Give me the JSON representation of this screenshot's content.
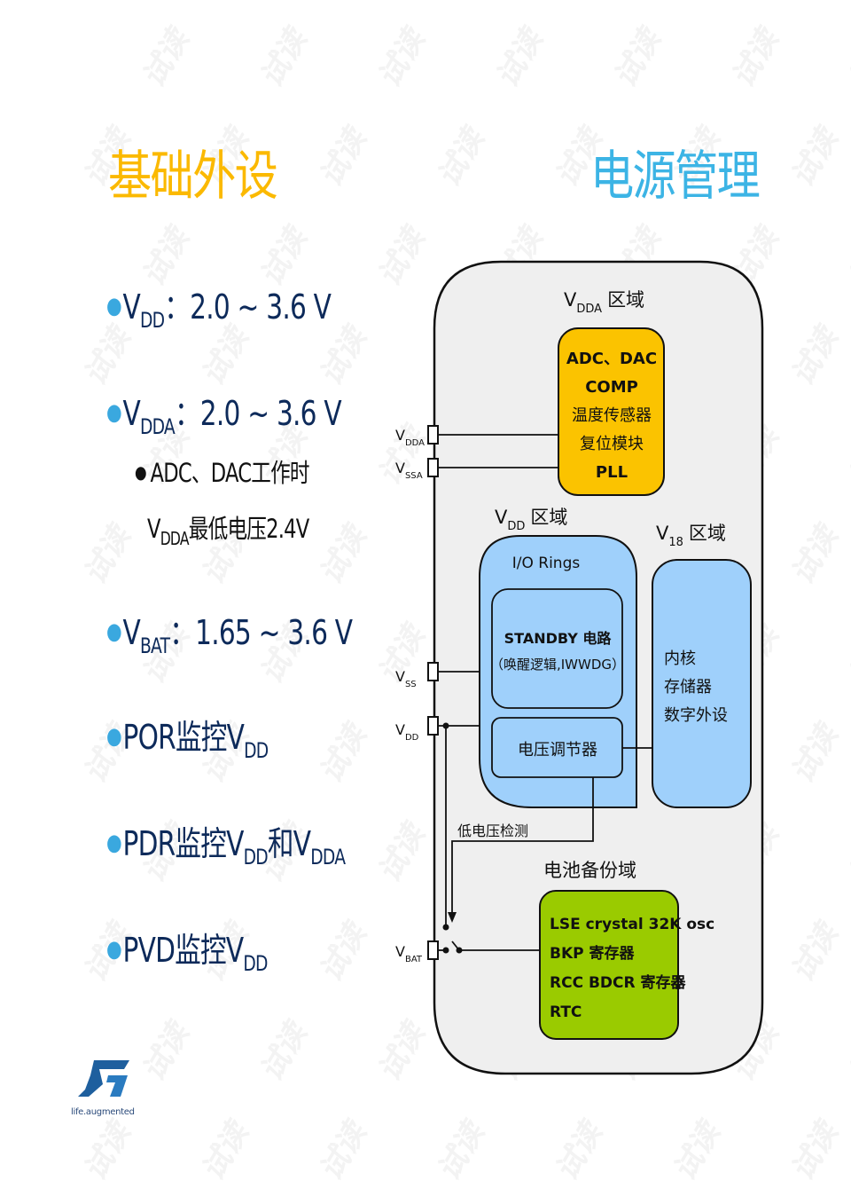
{
  "titles": {
    "left": "基础外设",
    "right": "电源管理"
  },
  "bullets": [
    {
      "prefix": "V",
      "sub": "DD",
      "text": "：2.0 ~ 3.6 V",
      "after_sub": ""
    },
    {
      "prefix": "V",
      "sub": "DDA",
      "text": "：2.0 ~ 3.6 V",
      "after_sub": ""
    },
    {
      "prefix": "V",
      "sub": "BAT",
      "text": "：1.65 ~ 3.6 V",
      "after_sub": ""
    },
    {
      "prefix": "POR监控V",
      "sub": "DD",
      "text": "",
      "after_sub": ""
    },
    {
      "prefix": "PDR监控V",
      "sub": "DD",
      "text": "和V",
      "after_sub": "DDA"
    },
    {
      "prefix": "PVD监控V",
      "sub": "DD",
      "text": "",
      "after_sub": ""
    }
  ],
  "sub_bullet": {
    "line1": "ADC、DAC工作时",
    "line2_prefix": "V",
    "line2_sub": "DDA",
    "line2_text": "最低电压2.4V"
  },
  "diagram": {
    "vdda_domain": {
      "label_v": "V",
      "label_sub": "DDA",
      "label_text": "区域"
    },
    "vdda_box": [
      "ADC、DAC",
      "COMP",
      "温度传感器",
      "复位模块",
      "PLL"
    ],
    "vdd_domain": {
      "label_v": "V",
      "label_sub": "DD",
      "label_text": "区域"
    },
    "io_rings": "I/O Rings",
    "standby": [
      "STANDBY 电路",
      "（唤醒逻辑,IWWDG）"
    ],
    "regulator": "电压调节器",
    "v18_domain": {
      "label_v": "V",
      "label_sub": "18",
      "label_text": "区域"
    },
    "v18_box": [
      "内核",
      "存储器",
      "数字外设"
    ],
    "low_voltage": "低电压检测",
    "battery_domain": "电池备份域",
    "battery_box": [
      "LSE crystal 32K osc",
      "BKP 寄存器",
      "RCC BDCR 寄存器",
      "RTC"
    ],
    "pins": [
      {
        "v": "V",
        "sub": "DDA"
      },
      {
        "v": "V",
        "sub": "SSA"
      },
      {
        "v": "V",
        "sub": "SS"
      },
      {
        "v": "V",
        "sub": "DD"
      },
      {
        "v": "V",
        "sub": "BAT"
      }
    ],
    "colors": {
      "outer_bg": "#efefef",
      "vdda_box": "#fbc300",
      "blue_box": "#9fd0fb",
      "battery_box": "#9acb00",
      "title_left": "#fbb900",
      "title_right": "#3cb4e5",
      "text_navy": "#0d2a5a"
    }
  },
  "logo": {
    "tagline": "life.augmented"
  },
  "watermark": "试读"
}
